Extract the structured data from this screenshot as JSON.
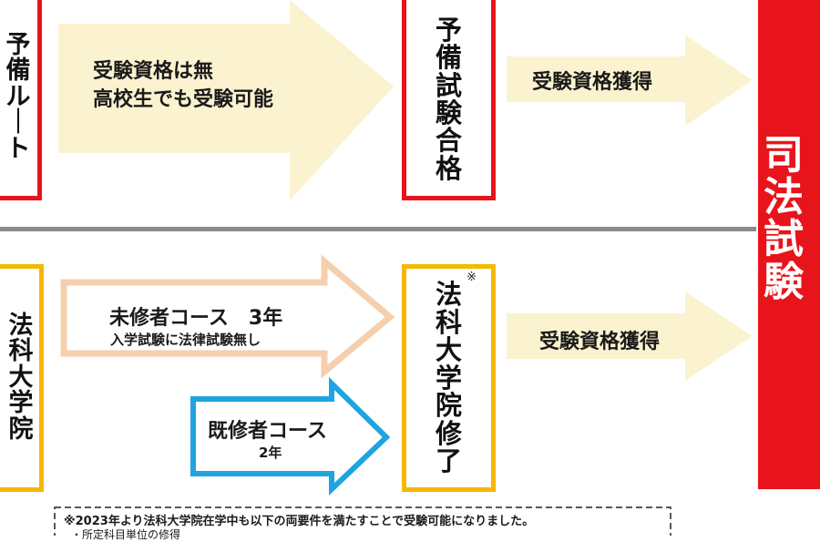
{
  "top_route": {
    "left_box_text": "予備ルート",
    "arrow_line1": "受験資格は無",
    "arrow_line2": "高校生でも受験可能",
    "exam_box_text": "予備試験合格",
    "qualify_text": "受験資格獲得"
  },
  "bottom_route": {
    "left_box_text": "法科大学院",
    "unlearned_course": "未修者コース　3年",
    "unlearned_note": "入学試験に法律試験無し",
    "learned_course": "既修者コース",
    "learned_years": "2年",
    "grad_box_text": "法科大学院修了",
    "grad_mark": "※",
    "qualify_text": "受験資格獲得"
  },
  "right_box_text": "司法試験",
  "footnote": {
    "line1": "※2023年より法科大学院在学中も以下の両要件を満たすことで受験可能になりました。",
    "line2": "・所定科目単位の修得"
  },
  "colors": {
    "red": "#e8141b",
    "yellow": "#f5b800",
    "cream": "#fbf2d0",
    "peach": "#f5cfae",
    "blue": "#1ea4e0",
    "divider": "#8a8a8a"
  }
}
